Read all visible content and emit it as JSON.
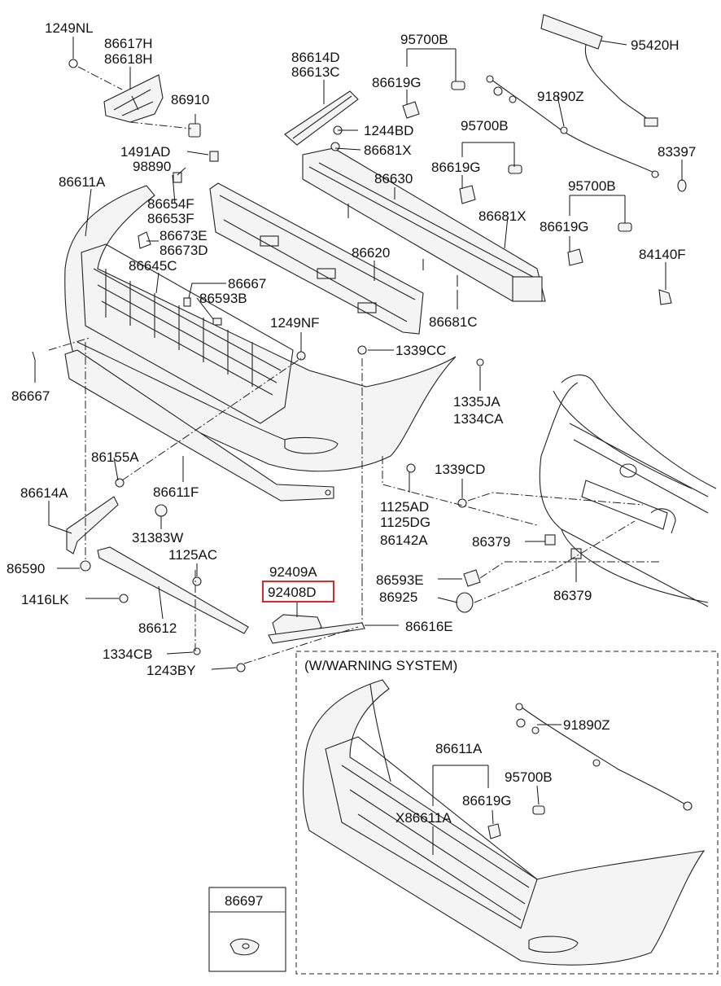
{
  "highlighted_part": "92408D",
  "callouts": {
    "p1249NL": "1249NL",
    "p86617H": "86617H",
    "p86618H": "86618H",
    "p86614D": "86614D",
    "p86613C": "86613C",
    "p95700B_a": "95700B",
    "p86619G_a": "86619G",
    "p95420H": "95420H",
    "p91890Z_a": "91890Z",
    "p86910": "86910",
    "p1244BD": "1244BD",
    "p86681X_a": "86681X",
    "p95700B_b": "95700B",
    "p86619G_b": "86619G",
    "p1491AD": "1491AD",
    "p98890": "98890",
    "p83397": "83397",
    "p86611A": "86611A",
    "p86630": "86630",
    "p95700B_c": "95700B",
    "p86681X_b": "86681X",
    "p86619G_c": "86619G",
    "p86654F": "86654F",
    "p86653F": "86653F",
    "p86673E": "86673E",
    "p86673D": "86673D",
    "p86620": "86620",
    "p84140F": "84140F",
    "p86645C": "86645C",
    "p86667_a": "86667",
    "p86593B": "86593B",
    "p86681C": "86681C",
    "p1249NF": "1249NF",
    "p1339CC": "1339CC",
    "p86667_b": "86667",
    "p1335JA": "1335JA",
    "p1334CA": "1334CA",
    "p86155A": "86155A",
    "p1339CD": "1339CD",
    "p86614A": "86614A",
    "p86611F": "86611F",
    "p1125AD": "1125AD",
    "p1125DG": "1125DG",
    "p86142A": "86142A",
    "p31383W": "31383W",
    "p86379_a": "86379",
    "p86590": "86590",
    "p1125AC": "1125AC",
    "p92409A": "92409A",
    "p92408D": "92408D",
    "p86593E": "86593E",
    "p86925": "86925",
    "p86379_b": "86379",
    "p1416LK": "1416LK",
    "p86612": "86612",
    "p86616E": "86616E",
    "p1334CB": "1334CB",
    "p1243BY": "1243BY"
  },
  "inset": {
    "title": "(W/WARNING SYSTEM)",
    "p91890Z": "91890Z",
    "p86611A": "86611A",
    "p95700B": "95700B",
    "p86619G": "86619G",
    "pX86611A": "X86611A"
  },
  "legend_box": {
    "part": "86697"
  },
  "colors": {
    "highlight": "#e0282a",
    "line": "#222222"
  }
}
